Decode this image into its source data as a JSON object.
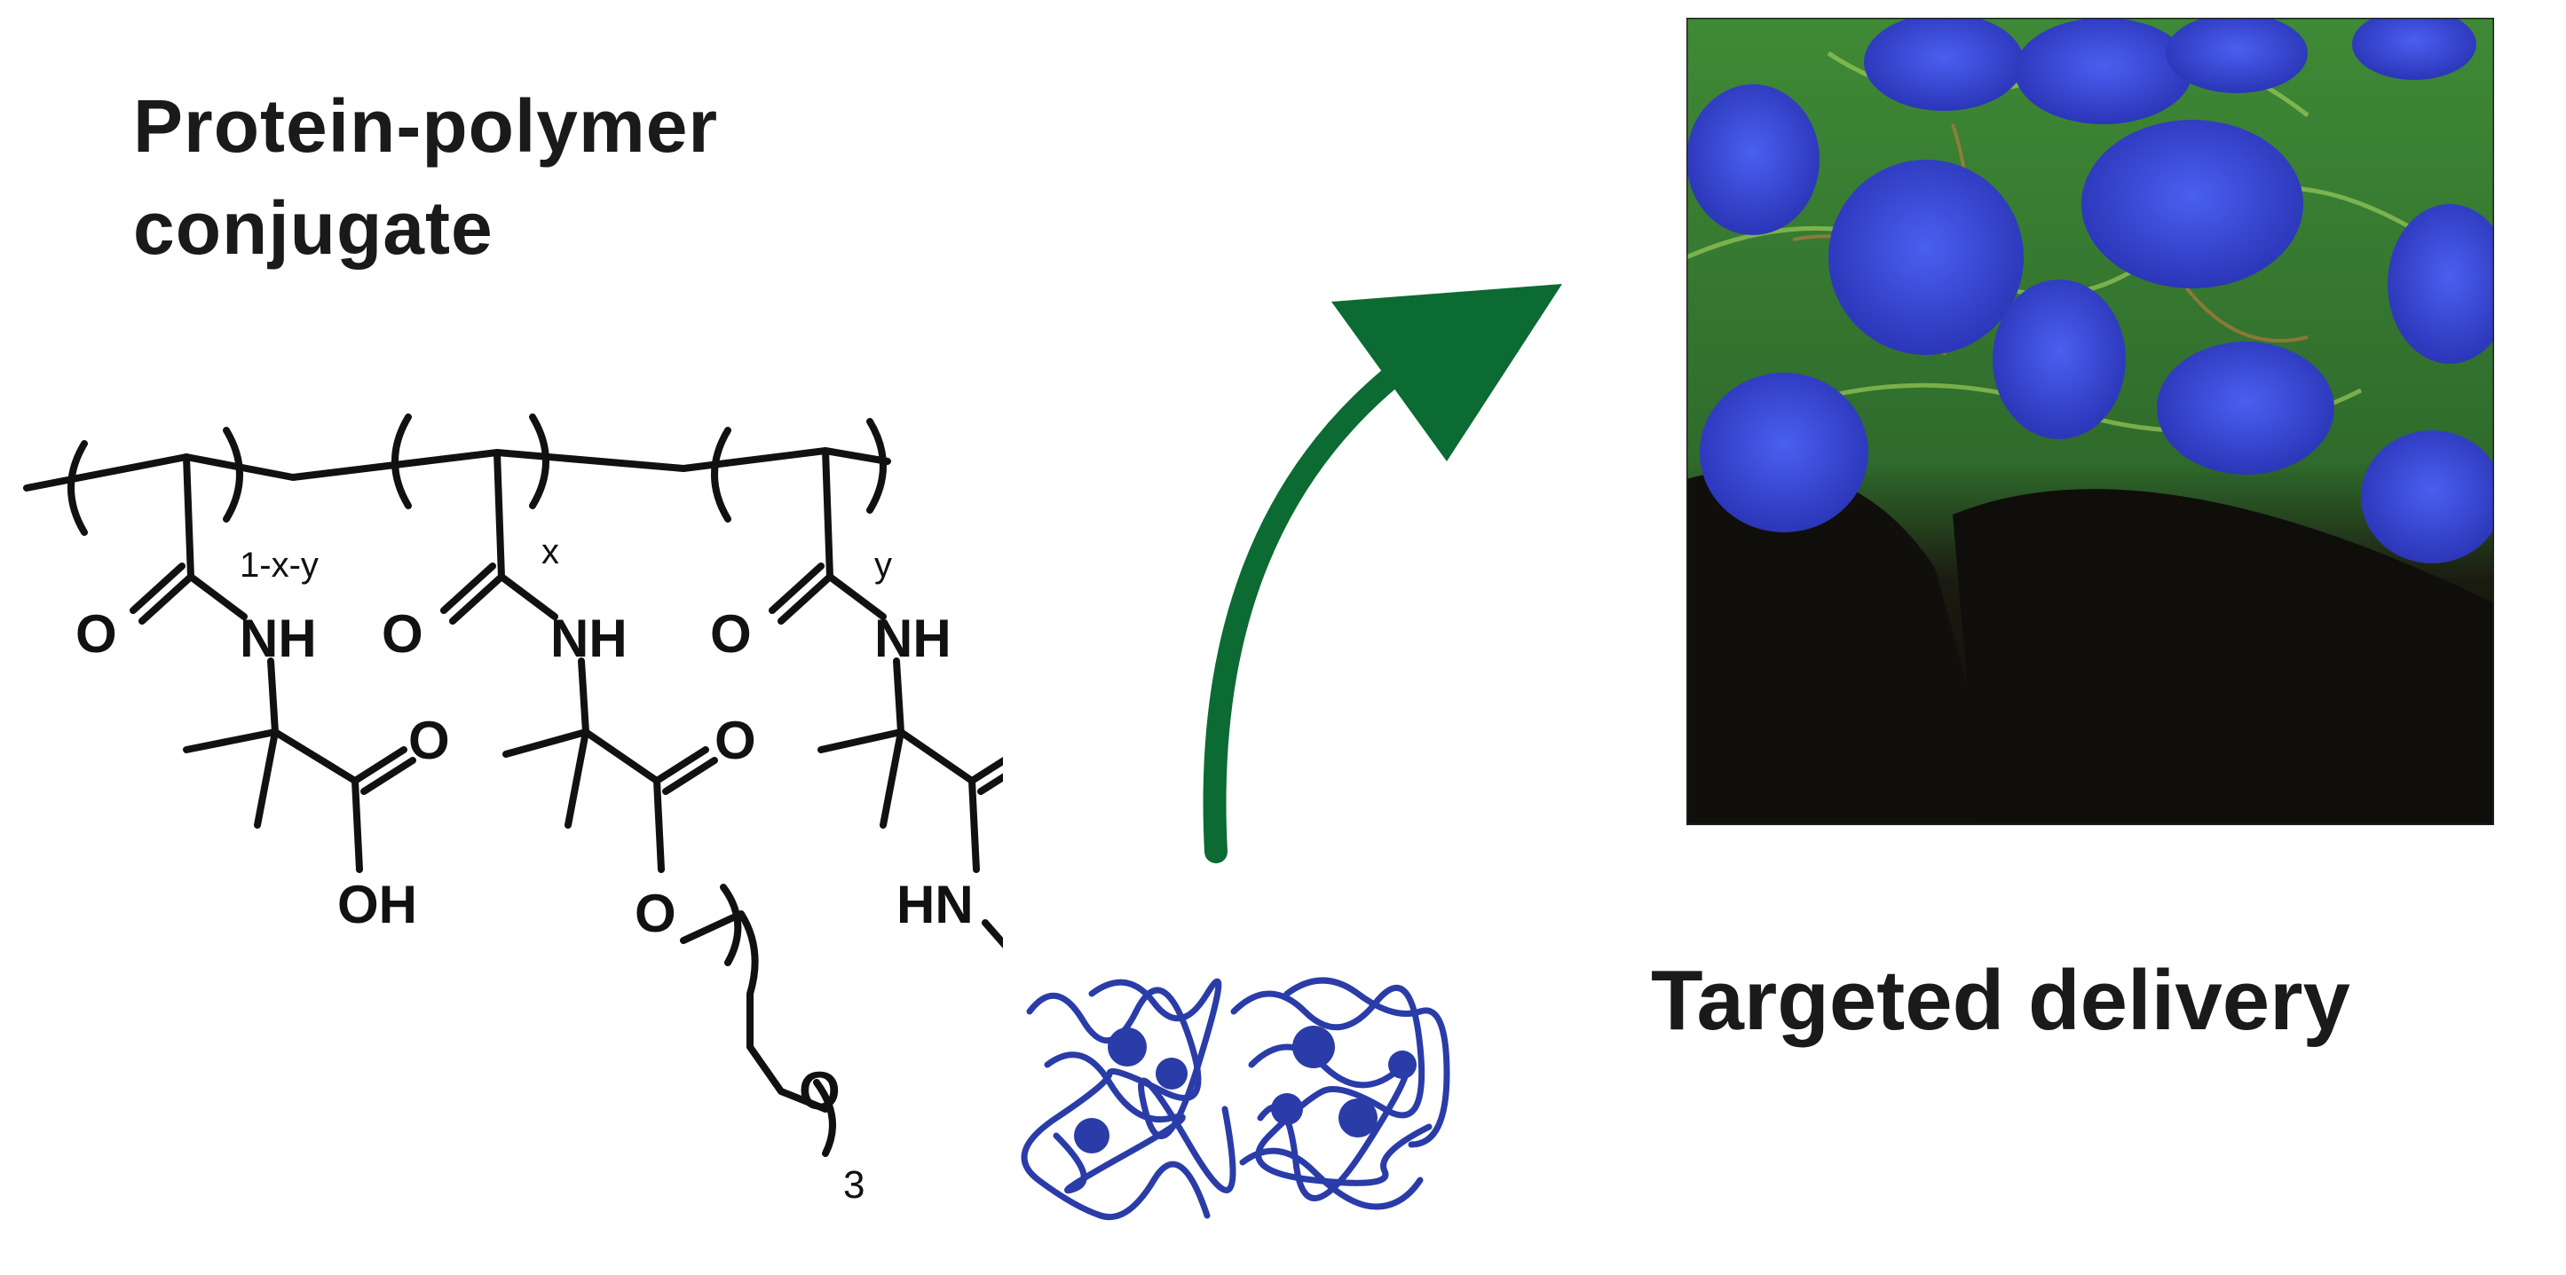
{
  "title": {
    "line1": "Protein-polymer",
    "line2": "conjugate"
  },
  "structure": {
    "subscript_a": "1-x-y",
    "subscript_b": "x",
    "subscript_c": "y",
    "carbonyl_o": "O",
    "amide_nh": "NH",
    "acid_oh": "OH",
    "ester_o": "O",
    "ring_o": "O",
    "repeat_n": "3",
    "amide_hn": "HN"
  },
  "delivery_label": "Targeted delivery",
  "colors": {
    "arrow": "#0b6b32",
    "protein": "#2a3ca8",
    "nucleus": "#3a4fd8",
    "cytoplasm": "#4f9a3a"
  }
}
